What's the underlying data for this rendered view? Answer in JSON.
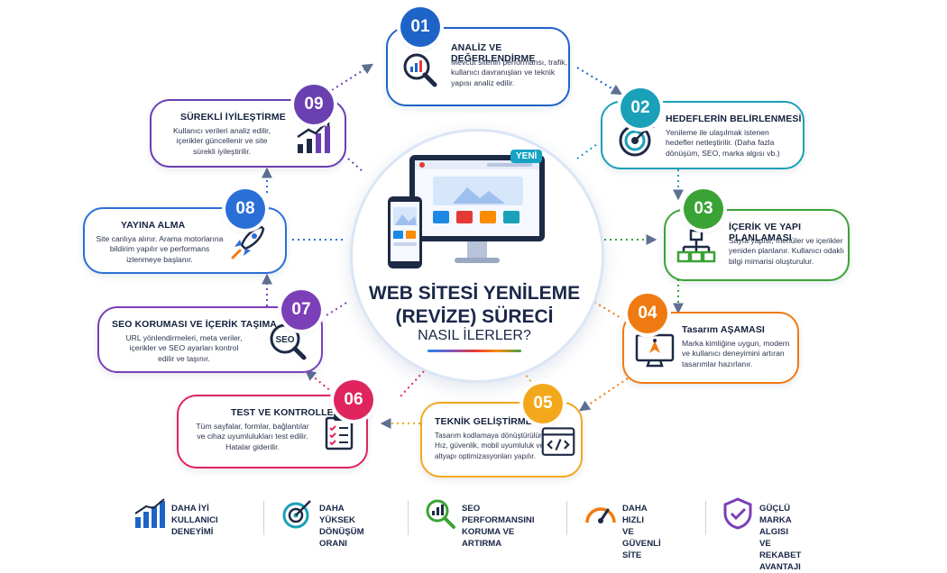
{
  "center": {
    "title_line1": "WEB SİTESİ YENİLEME",
    "title_line2": "(REVİZE) SÜRECİ",
    "subtitle": "NASIL İLERLER?",
    "new_tag": "YENİ"
  },
  "colors": {
    "step1": "#1e63c8",
    "step2": "#1aa0b8",
    "step3": "#3aa335",
    "step4": "#f07a12",
    "step5": "#f3a81c",
    "step6": "#e0245e",
    "step7": "#7b3fb7",
    "step8": "#2a6fd6",
    "step9": "#6a3fb0"
  },
  "steps": [
    {
      "num": "01",
      "title": "ANALİZ VE DEĞERLENDİRME",
      "desc": [
        "Mevcut sitenin performansı, trafik,",
        "kullanıcı davranışları ve teknik",
        "yapısı analiz edilir."
      ],
      "icon": "magnifier-chart-icon"
    },
    {
      "num": "02",
      "title": "HEDEFLERİN BELİRLENMESİ",
      "desc": [
        "Yenileme ile ulaşılmak istenen",
        "hedefler netleştirilir. (Daha fazla",
        "dönüşüm, SEO, marka algısı vb.)"
      ],
      "icon": "target-icon"
    },
    {
      "num": "03",
      "title": "İÇERİK VE YAPI PLANLAMASI",
      "desc": [
        "Sayfa yapısı, menüler ve içerikler",
        "yeniden planlanır. Kullanıcı odaklı",
        "bilgi mimarisi oluşturulur."
      ],
      "icon": "sitemap-icon"
    },
    {
      "num": "04",
      "title": "Tasarım AŞAMASI",
      "desc": [
        "Marka kimliğine uygun, modern",
        "ve kullanıcı deneyimini artıran",
        "tasarımlar hazırlanır."
      ],
      "icon": "design-monitor-icon"
    },
    {
      "num": "05",
      "title": "TEKNİK GELİŞTİRME",
      "desc": [
        "Tasarım kodlamaya dönüştürülür.",
        "Hız, güvenlik, mobil uyumluluk ve",
        "altyapı optimizasyonları yapılır."
      ],
      "icon": "code-window-icon"
    },
    {
      "num": "06",
      "title": "TEST VE KONTROLLER",
      "desc": [
        "Tüm sayfalar, formlar, bağlantılar",
        "ve cihaz uyumlulukları test edilir.",
        "Hatalar giderilir."
      ],
      "icon": "checklist-icon"
    },
    {
      "num": "07",
      "title": "SEO KORUMASI VE İÇERİK TAŞIMA",
      "desc": [
        "URL yönlendirmeleri, meta veriler,",
        "içerikler ve SEO ayarları kontrol",
        "edilir ve taşınır."
      ],
      "icon": "seo-magnifier-icon"
    },
    {
      "num": "08",
      "title": "YAYINA ALMA",
      "desc": [
        "Site canlıya alınır. Arama motorlarına",
        "bildirim yapılır ve performans",
        "izlenmeye başlanır."
      ],
      "icon": "rocket-icon"
    },
    {
      "num": "09",
      "title": "SÜREKLİ İYİLEŞTİRME",
      "desc": [
        "Kullanıcı verileri analiz edilir,",
        "içerikler güncellenir ve site",
        "sürekli iyileştirilir."
      ],
      "icon": "growth-chart-icon"
    }
  ],
  "benefits": [
    {
      "line1": "DAHA İYİ KULLANICI",
      "line2": "DENEYİMİ",
      "icon": "bar-chart-icon",
      "color": "#1e63c8"
    },
    {
      "line1": "DAHA YÜKSEK",
      "line2": "DÖNÜŞÜM ORANI",
      "icon": "target-icon",
      "color": "#1aa0b8"
    },
    {
      "line1": "SEO PERFORMANSINI",
      "line2": "KORUMA VE ARTIRMA",
      "icon": "magnifier-chart-icon",
      "color": "#3aa335"
    },
    {
      "line1": "DAHA HIZLI",
      "line2": "VE GÜVENLİ SİTE",
      "icon": "speedometer-icon",
      "color": "#f07a12"
    },
    {
      "line1": "GÜÇLÜ MARKA ALGISI",
      "line2": "VE REKABET AVANTAJI",
      "icon": "shield-check-icon",
      "color": "#7b3fb7"
    }
  ]
}
